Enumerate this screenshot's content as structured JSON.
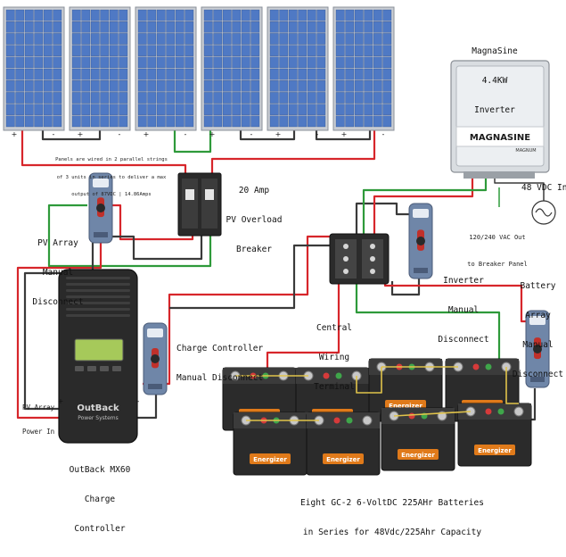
{
  "panels": {
    "note_line1": "Panels are wired in 2 parallel strings",
    "note_line2": "of 3 units in series to deliver a max",
    "note_line3": "output of 87VDC | 14.86Amps"
  },
  "inverter": {
    "title_line1": "MagnaSine",
    "title_line2": "4.4KW",
    "title_line3": "Inverter",
    "brand": "MAGNASINE",
    "brand_sub": "MAGNUM",
    "dc_in_label": "48 VDC In",
    "ac_out_line1": "120/240 VAC Out",
    "ac_out_line2": "to Breaker Panel"
  },
  "breaker": {
    "line1": "20 Amp",
    "line2": "PV Overload",
    "line3": "Breaker"
  },
  "pv_disconnect": {
    "line1": "PV Array",
    "line2": "Manual",
    "line3": "Disconnect"
  },
  "inverter_disconnect": {
    "line1": "Inverter",
    "line2": "Manual",
    "line3": "Disconnect"
  },
  "battery_disconnect": {
    "line1": "Battery",
    "line2": "Array",
    "line3": "Manual",
    "line4": "Disconnect"
  },
  "central_terminal": {
    "line1": "Central",
    "line2": "Wiring",
    "line3": "Terminal"
  },
  "charge_disconnect": {
    "line1": "Charge Controller",
    "line2": "Manual Disconnect"
  },
  "charge_controller": {
    "brand": "OutBack",
    "brand_sub": "Power Systems",
    "pv_in_line1": "PV Array",
    "pv_in_line2": "Power In",
    "name_line1": "OutBack MX60",
    "name_line2": "Charge",
    "name_line3": "Controller"
  },
  "batteries": {
    "caption_line1": "Eight GC-2 6-VoltDC 225AHr Batteries",
    "caption_line2": "in Series for 48Vdc/225Ahr Capacity",
    "brand": "Energizer"
  },
  "polarity": {
    "plus": "+",
    "minus": "-"
  },
  "colors": {
    "positive_wire": "#d7262b",
    "negative_wire": "#3a3a3a",
    "ground_wire": "#2e9a3a",
    "panel_cell": "#4f79c4",
    "panel_frame": "#c9cdd3",
    "disconnect_body": "#6f86a8",
    "disconnect_handle": "#c0302a",
    "battery_body": "#2b2b2b",
    "battery_label": "#e07a1a",
    "inverter_body": "#d9dde1",
    "controller_body": "#2a2a2a",
    "lcd": "#a6c95a"
  }
}
